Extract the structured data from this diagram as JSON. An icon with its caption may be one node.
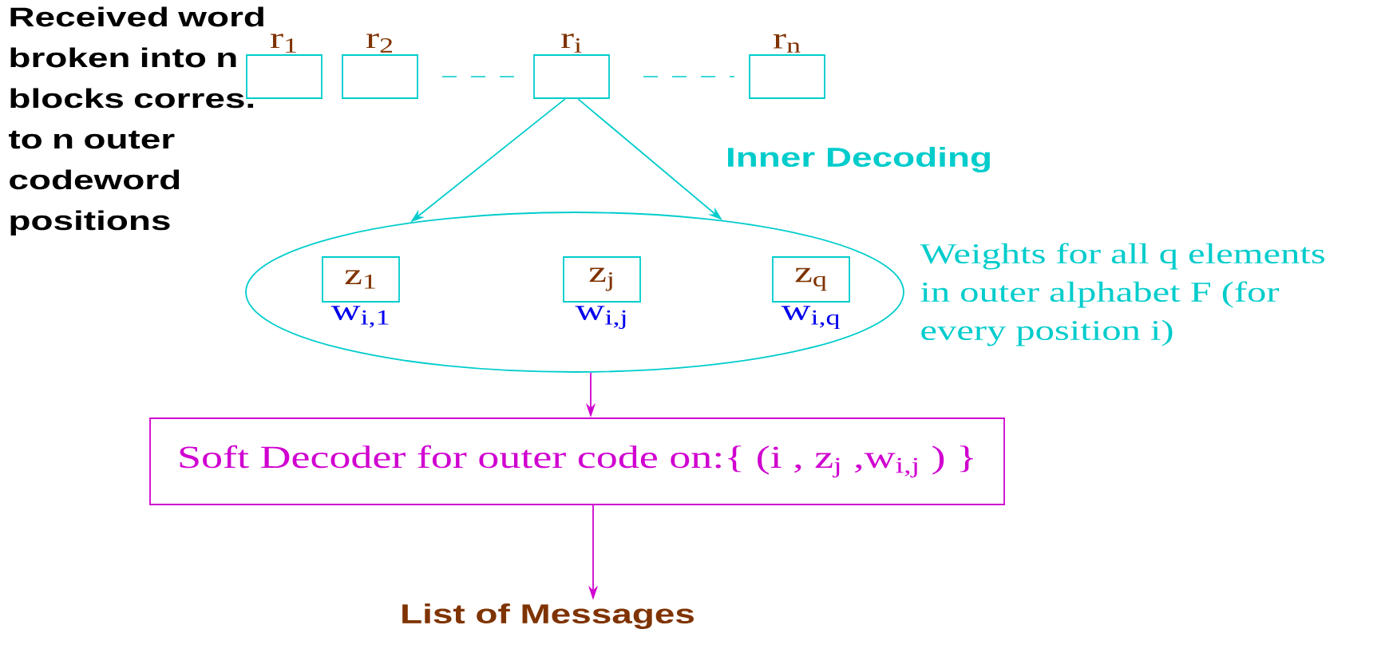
{
  "diagram": {
    "nodes": [
      {
        "text": [
          "r$_{1}$"
        ]
      },
      {
        "text": [
          "r$_{2}$"
        ]
      },
      {
        "text": [
          "r$_{i}$"
        ]
      },
      {
        "text": [
          "r$_{n}$"
        ]
      },
      {
        "text": [],
        "shape": "ellipse",
        "beside": [
          "Weights for all q elements in outer alphabet F (for every position i)"
        ]
      },
      {
        "text": [
          "z$_{1}$"
        ],
        "in": 4,
        "beside": [
          "w$_{i,1}$"
        ]
      },
      {
        "text": [
          "z$_{j}$"
        ],
        "in": 4,
        "beside": [
          "w$_{i,j}$"
        ]
      },
      {
        "text": [
          "z$_{q}$"
        ],
        "in": 4,
        "beside": [
          "w$_{i,q}$"
        ]
      },
      {
        "text": [
          "Soft Decoder for outer code on:{ (i , z$_{j}$ ,w$_{i,j}$ ) }"
        ]
      },
      {
        "text": [
          "List of Messages"
        ]
      }
    ],
    "edges": [
      {
        "from": 2,
        "to": 4,
        "arrow": "to"
      },
      {
        "from": 2,
        "to": 4,
        "arrow": "to",
        "label": "Inner Decoding"
      },
      {
        "from": 4,
        "to": 8,
        "arrow": "to",
        "color": "#d000d0"
      },
      {
        "from": 8,
        "to": 9,
        "arrow": "to",
        "color": "#d000d0"
      }
    ],
    "labels": [
      "Received word broken into n blocks corres. to n outer codeword positions"
    ]
  }
}
